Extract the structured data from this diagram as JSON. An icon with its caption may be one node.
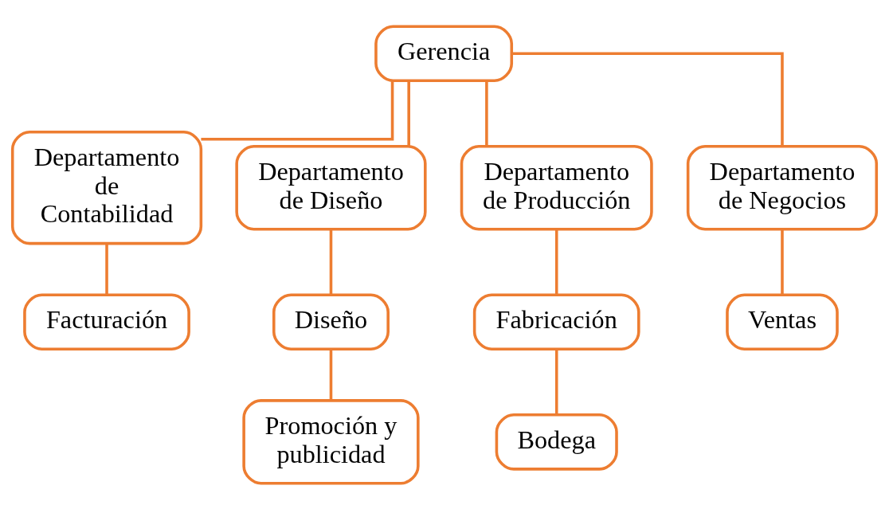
{
  "diagram": {
    "nodes": [
      {
        "text": [
          "Gerencia"
        ]
      },
      {
        "text": [
          "Departamento de Contabilidad"
        ]
      },
      {
        "text": [
          "Departamento de Diseño"
        ]
      },
      {
        "text": [
          "Departamento de Producción"
        ]
      },
      {
        "text": [
          "Departamento de Negocios"
        ]
      },
      {
        "text": [
          "Facturación"
        ]
      },
      {
        "text": [
          "Diseño"
        ]
      },
      {
        "text": [
          "Promoción y publicidad"
        ]
      },
      {
        "text": [
          "Fabricación"
        ]
      },
      {
        "text": [
          "Bodega"
        ]
      },
      {
        "text": [
          "Ventas"
        ]
      }
    ],
    "edges": [
      {
        "from": 0,
        "to": 1,
        "arrow": "none"
      },
      {
        "from": 0,
        "to": 2,
        "arrow": "none"
      },
      {
        "from": 0,
        "to": 3,
        "arrow": "none"
      },
      {
        "from": 0,
        "to": 4,
        "arrow": "none"
      },
      {
        "from": 1,
        "to": 5,
        "arrow": "none"
      },
      {
        "from": 2,
        "to": 6,
        "arrow": "none"
      },
      {
        "from": 6,
        "to": 7,
        "arrow": "none"
      },
      {
        "from": 3,
        "to": 8,
        "arrow": "none"
      },
      {
        "from": 8,
        "to": 9,
        "arrow": "none"
      },
      {
        "from": 4,
        "to": 10,
        "arrow": "none"
      }
    ]
  }
}
